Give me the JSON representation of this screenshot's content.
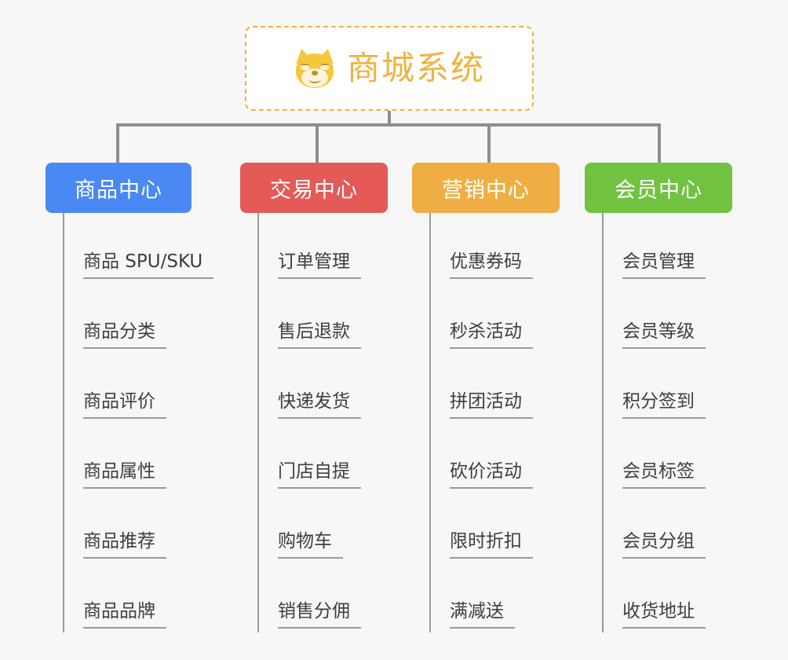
{
  "diagram": {
    "type": "mindmap",
    "background_color": "#f7f7f7",
    "root": {
      "title": "商城系统",
      "icon": "shiba-inu-dog-face-emoji",
      "border_color": "#f0b33f",
      "text_color": "#f0b33f",
      "border_style": "dashed",
      "fill": "#ffffff"
    },
    "branches": [
      {
        "title": "商品中心",
        "color": "#4a89f3",
        "items": [
          "商品 SPU/SKU",
          "商品分类",
          "商品评价",
          "商品属性",
          "商品推荐",
          "商品品牌"
        ]
      },
      {
        "title": "交易中心",
        "color": "#e45a56",
        "items": [
          "订单管理",
          "售后退款",
          "快递发货",
          "门店自提",
          "购物车",
          "销售分佣"
        ]
      },
      {
        "title": "营销中心",
        "color": "#eeae43",
        "items": [
          "优惠券码",
          "秒杀活动",
          "拼团活动",
          "砍价活动",
          "限时折扣",
          "满减送"
        ]
      },
      {
        "title": "会员中心",
        "color": "#72c242",
        "items": [
          "会员管理",
          "会员等级",
          "积分签到",
          "会员标签",
          "会员分组",
          "收货地址"
        ]
      }
    ],
    "connector_color": "#8e8e8e",
    "leaf_line_color": "#9a9a9a",
    "leaf_text_color": "#3a3f44"
  }
}
